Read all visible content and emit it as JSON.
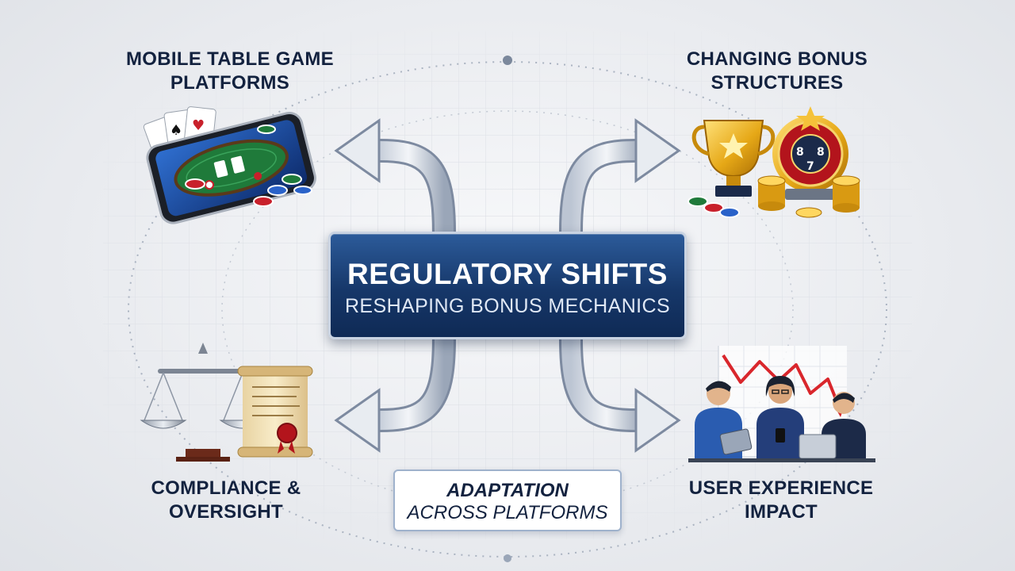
{
  "center": {
    "title": "REGULATORY SHIFTS",
    "subtitle": "RESHAPING BONUS MECHANICS"
  },
  "quadrants": {
    "top_left": {
      "line1": "MOBILE TABLE GAME",
      "line2": "PLATFORMS",
      "icon": "mobile-poker-table-icon"
    },
    "top_right": {
      "line1": "CHANGING BONUS",
      "line2": "STRUCTURES",
      "icon": "trophy-bonus-wheel-icon"
    },
    "bottom_left": {
      "line1": "COMPLIANCE &",
      "line2": "OVERSIGHT",
      "icon": "scales-of-justice-icon"
    },
    "bottom_right": {
      "line1": "USER EXPERIENCE",
      "line2": "IMPACT",
      "icon": "users-with-devices-icon"
    }
  },
  "bottom_box": {
    "line1": "ADAPTATION",
    "line2": "ACROSS PLATFORMS"
  },
  "colors": {
    "navy": "#163769",
    "text": "#13223f",
    "arrow": "#8e9bb0",
    "chart_red": "#d9262c",
    "chip_red": "#c8202b",
    "felt_green": "#1f7a3a",
    "gold": "#e6a817",
    "seal_red": "#b3141c"
  },
  "icons": [
    "double-arrow-icon",
    "playing-cards-icon",
    "poker-chip-icon",
    "bonus-wheel-icon",
    "gold-coin-stack-icon",
    "scroll-document-icon",
    "declining-chart-icon"
  ]
}
